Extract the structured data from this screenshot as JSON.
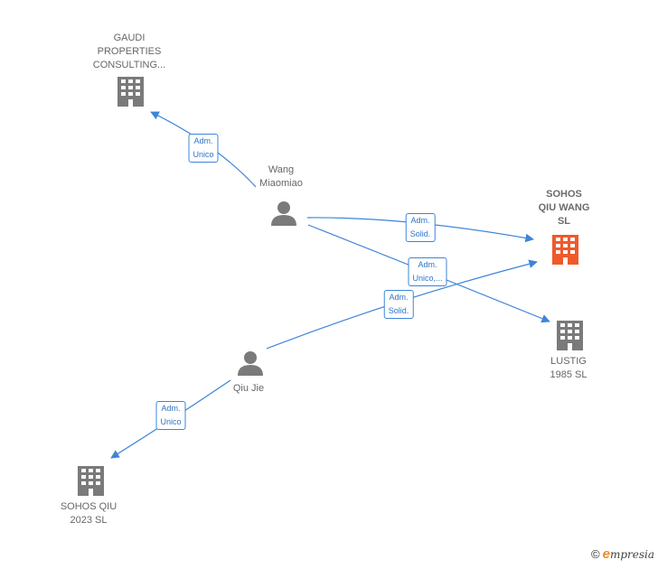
{
  "nodes": {
    "gaudi": {
      "label": "GAUDI\nPROPERTIES\nCONSULTING...",
      "type": "company",
      "color": "#7a7a7a"
    },
    "wang": {
      "label": "Wang\nMiaomiao",
      "type": "person",
      "color": "#7a7a7a"
    },
    "sohos_wang": {
      "label": "SOHOS\nQIU WANG\nSL",
      "type": "company",
      "color": "#f05a2a"
    },
    "lustig": {
      "label": "LUSTIG\n1985 SL",
      "type": "company",
      "color": "#7a7a7a"
    },
    "qiu": {
      "label": "Qiu Jie",
      "type": "person",
      "color": "#7a7a7a"
    },
    "sohos_2023": {
      "label": "SOHOS QIU\n2023  SL",
      "type": "company",
      "color": "#7a7a7a"
    }
  },
  "edges": {
    "wang_gaudi": {
      "label": "Adm.\nUnico"
    },
    "wang_sohos": {
      "label": "Adm.\nSolid."
    },
    "wang_lustig": {
      "label": "Adm.\nUnico,..."
    },
    "qiu_sohos": {
      "label": "Adm.\nSolid."
    },
    "qiu_sohos2023": {
      "label": "Adm.\nUnico"
    }
  },
  "colors": {
    "edge": "#3d85d8",
    "accent": "#f05a2a",
    "icon": "#7a7a7a"
  },
  "brand": {
    "copyright": "©",
    "initial": "e",
    "name": "mpresia"
  }
}
